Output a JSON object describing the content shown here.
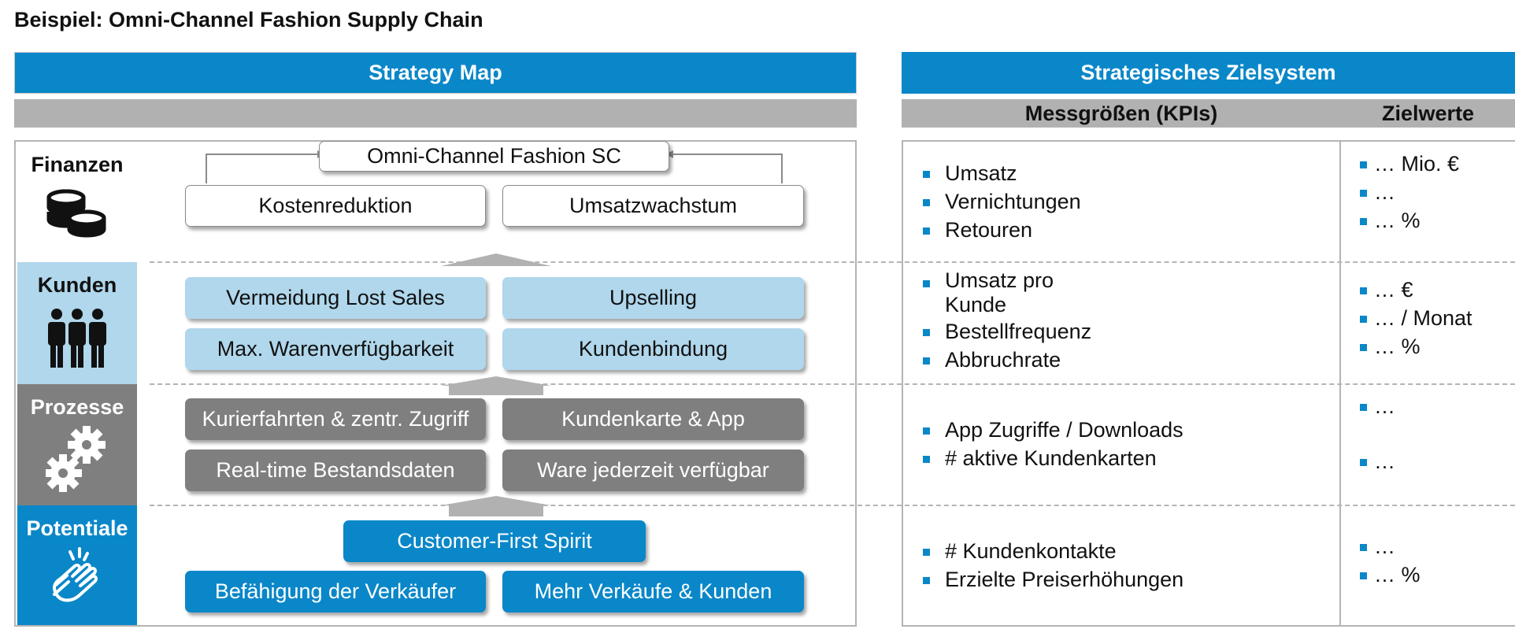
{
  "title": "Beispiel: Omni-Channel Fashion Supply Chain",
  "left_header": "Strategy Map",
  "right_header": "Strategisches Zielsystem",
  "col_kpi": "Messgrößen (KPIs)",
  "col_target": "Zielwerte",
  "perspectives": {
    "finanzen": "Finanzen",
    "kunden": "Kunden",
    "prozesse": "Prozesse",
    "potentiale": "Potentiale"
  },
  "map": {
    "top_goal": "Omni-Channel Fashion SC",
    "kostenreduktion": "Kostenreduktion",
    "umsatzwachstum": "Umsatzwachstum",
    "lost_sales": "Vermeidung Lost Sales",
    "upselling": "Upselling",
    "warenverfuegbarkeit": "Max. Warenverfügbarkeit",
    "kundenbindung": "Kundenbindung",
    "kurierfahrten": "Kurierfahrten & zentr. Zugriff",
    "kundenkarte": "Kundenkarte & App",
    "bestandsdaten": "Real-time Bestandsdaten",
    "ware": "Ware jederzeit verfügbar",
    "spirit": "Customer-First Spirit",
    "befaehigung": "Befähigung der Verkäufer",
    "mehr_verkaeufe": "Mehr Verkäufe & Kunden"
  },
  "kpis": {
    "finanzen": [
      "Umsatz",
      "Vernichtungen",
      "Retouren"
    ],
    "kunden_1a": "Umsatz pro",
    "kunden_1b": "Kunde",
    "kunden": [
      "Bestellfrequenz",
      "Abbruchrate"
    ],
    "prozesse": [
      "App Zugriffe / Downloads",
      "# aktive Kundenkarten"
    ],
    "potentiale": [
      "# Kundenkontakte",
      "Erzielte Preiserhöhungen"
    ]
  },
  "targets": {
    "finanzen": [
      "… Mio. €",
      "…",
      "… %"
    ],
    "kunden": [
      "… €",
      "… / Monat",
      "… %"
    ],
    "prozesse": [
      "…",
      "…"
    ],
    "potentiale": [
      "…",
      "… %"
    ]
  },
  "colors": {
    "blue": "#0a87c8",
    "light_blue": "#b0d7ec",
    "grey": "#7f7f7f",
    "header_grey": "#b1b1b1"
  },
  "icons": {
    "finanzen": "coins-icon",
    "kunden": "people-icon",
    "prozesse": "gears-icon",
    "potentiale": "clapping-hands-icon"
  }
}
